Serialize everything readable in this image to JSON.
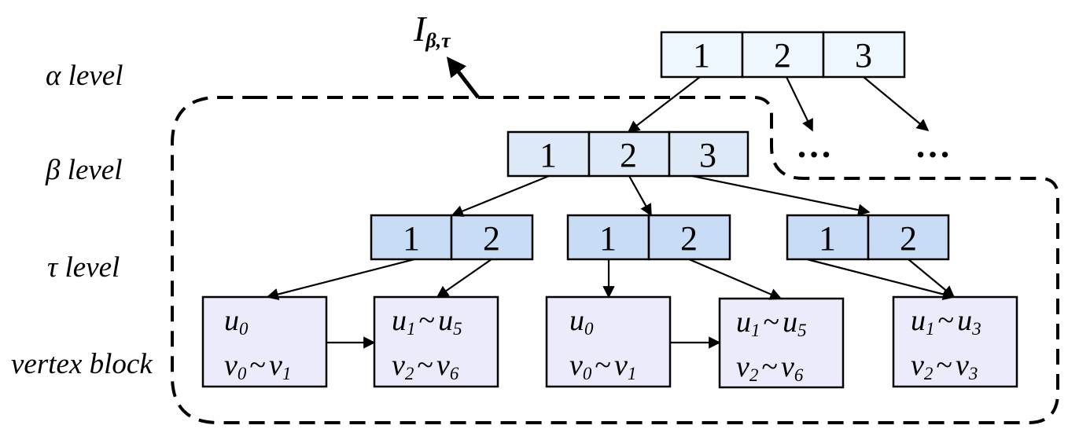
{
  "levels": {
    "alpha": "α level",
    "beta": "β level",
    "tau": "τ level",
    "vertex": "vertex block"
  },
  "index_label": {
    "base": "I",
    "sub": "β,τ"
  },
  "ellipsis": [
    "…",
    "…"
  ],
  "alpha_cells": [
    "1",
    "2",
    "3"
  ],
  "beta_cells": [
    "1",
    "2",
    "3"
  ],
  "tau_groups": [
    {
      "cells": [
        "1",
        "2"
      ]
    },
    {
      "cells": [
        "1",
        "2"
      ]
    },
    {
      "cells": [
        "1",
        "2"
      ]
    }
  ],
  "vertex_blocks": [
    {
      "line1": {
        "v": "u",
        "s1": "0",
        "v2": "",
        "s2": ""
      },
      "line2": {
        "v": "v",
        "s1": "0",
        "v2": "v",
        "s2": "1"
      }
    },
    {
      "line1": {
        "v": "u",
        "s1": "1",
        "v2": "u",
        "s2": "5"
      },
      "line2": {
        "v": "v",
        "s1": "2",
        "v2": "v",
        "s2": "6"
      }
    },
    {
      "line1": {
        "v": "u",
        "s1": "0",
        "v2": "",
        "s2": ""
      },
      "line2": {
        "v": "v",
        "s1": "0",
        "v2": "v",
        "s2": "1"
      }
    },
    {
      "line1": {
        "v": "u",
        "s1": "1",
        "v2": "u",
        "s2": "5"
      },
      "line2": {
        "v": "v",
        "s1": "2",
        "v2": "v",
        "s2": "6"
      }
    },
    {
      "line1": {
        "v": "u",
        "s1": "1",
        "v2": "u",
        "s2": "3"
      },
      "line2": {
        "v": "v",
        "s1": "2",
        "v2": "v",
        "s2": "3"
      }
    }
  ],
  "tilde": "~",
  "colors": {
    "alpha_fill": "#eef7fd",
    "beta_fill": "#dde9f6",
    "tau_fill": "#c9dcf5",
    "vertex_fill": "#ebebfb",
    "stroke": "#000000"
  }
}
